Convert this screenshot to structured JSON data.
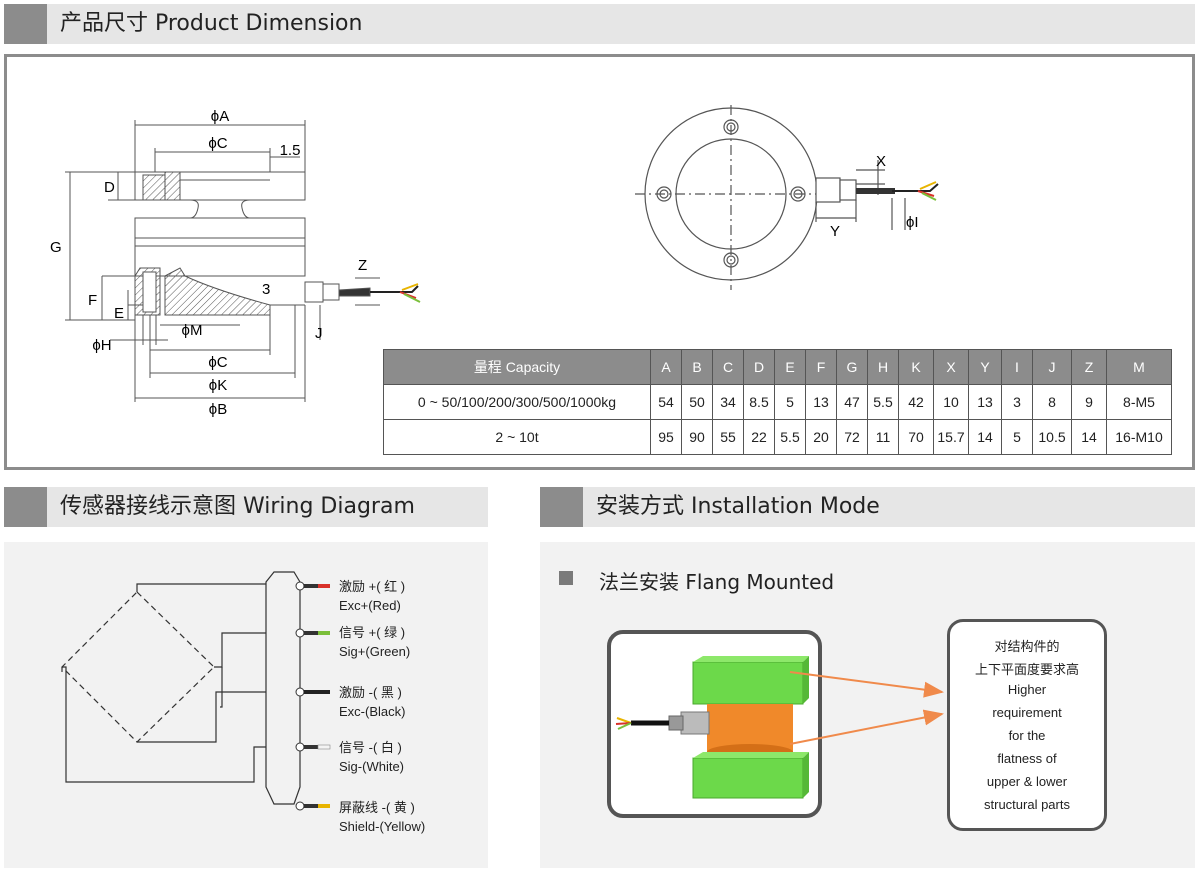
{
  "sections": {
    "product_dimension": "产品尺寸 Product Dimension",
    "wiring_diagram": "传感器接线示意图  Wiring Diagram",
    "installation_mode": "安装方式 Installation Mode"
  },
  "drawing_labels": {
    "phiA": "ϕA",
    "phiC_top": "ϕC",
    "d15": "1.5",
    "D": "D",
    "G": "G",
    "F": "F",
    "E": "E",
    "phiM": "ϕM",
    "phiH": "ϕH",
    "phiC_bottom": "ϕC",
    "phiK": "ϕK",
    "phiB": "ϕB",
    "three": "3",
    "Z": "Z",
    "J": "J",
    "X": "X",
    "Y": "Y",
    "phiI": "ϕI"
  },
  "table": {
    "headers": [
      "量程 Capacity",
      "A",
      "B",
      "C",
      "D",
      "E",
      "F",
      "G",
      "H",
      "K",
      "X",
      "Y",
      "I",
      "J",
      "Z",
      "M"
    ],
    "rows": [
      [
        "0 ~ 50/100/200/300/500/1000kg",
        "54",
        "50",
        "34",
        "8.5",
        "5",
        "13",
        "47",
        "5.5",
        "42",
        "10",
        "13",
        "3",
        "8",
        "9",
        "8-M5"
      ],
      [
        "2 ~ 10t",
        "95",
        "90",
        "55",
        "22",
        "5.5",
        "20",
        "72",
        "11",
        "70",
        "15.7",
        "14",
        "5",
        "10.5",
        "14",
        "16-M10"
      ]
    ]
  },
  "wiring": [
    {
      "cn": "激励 +( 红 )",
      "en": "Exc+(Red)",
      "color": "#d9322a"
    },
    {
      "cn": "信号 +( 绿 )",
      "en": "Sig+(Green)",
      "color": "#7bbf3a"
    },
    {
      "cn": "激励 -( 黑 )",
      "en": "Exc-(Black)",
      "color": "#222222"
    },
    {
      "cn": "信号 -( 白 )",
      "en": "Sig-(White)",
      "color": "#f4f4f4"
    },
    {
      "cn": "屏蔽线 -( 黄 )",
      "en": "Shield-(Yellow)",
      "color": "#e8b400"
    }
  ],
  "installation": {
    "title": "法兰安装 Flang Mounted",
    "note_lines": [
      "对结构件的",
      "上下平面度要求高",
      "Higher",
      "requirement",
      "for the",
      "flatness of",
      "upper & lower",
      "structural parts"
    ]
  },
  "colors": {
    "header_tab": "#8c8c8c",
    "header_bar": "#e6e6e6",
    "arrow": "#f08a4b",
    "block_green": "#6cd94a",
    "sensor_orange": "#f0892a"
  }
}
